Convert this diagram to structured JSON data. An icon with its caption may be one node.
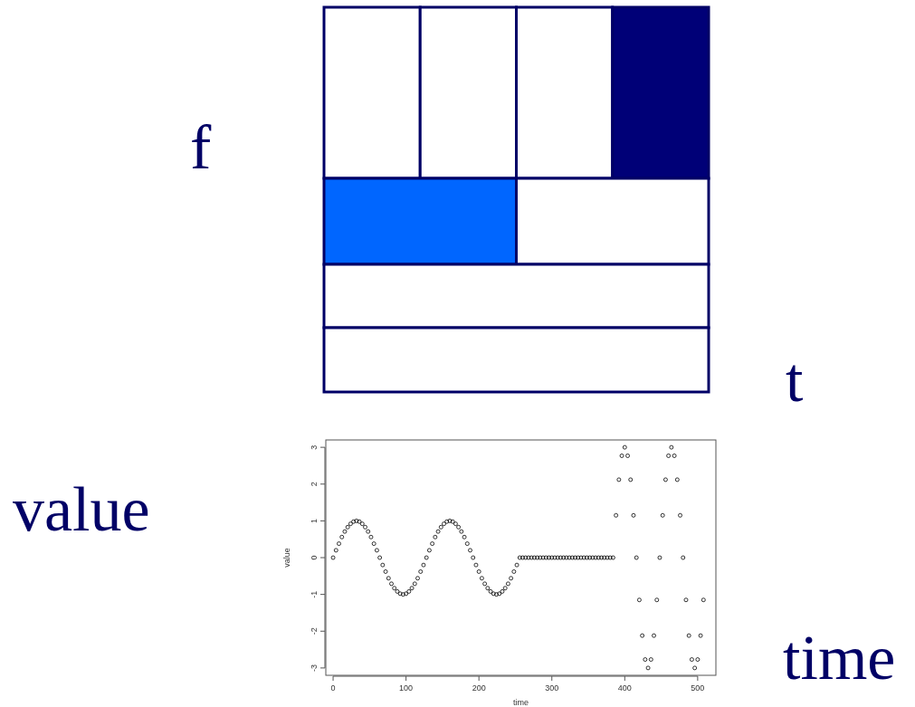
{
  "diagram": {
    "labels": [
      "f",
      "t",
      "value",
      "time"
    ],
    "chart_data": {
      "type": "scatter",
      "xlabel": "time",
      "ylabel": "value",
      "xlim": [
        -10,
        525
      ],
      "ylim": [
        -3.2,
        3.2
      ],
      "xticks": [
        0,
        100,
        200,
        300,
        400,
        500
      ],
      "yticks": [
        -3,
        -2,
        -1,
        0,
        1,
        2,
        3
      ],
      "x": [
        0,
        4,
        8,
        12,
        16,
        20,
        24,
        28,
        32,
        36,
        40,
        44,
        48,
        52,
        56,
        60,
        64,
        68,
        72,
        76,
        80,
        84,
        88,
        92,
        96,
        100,
        104,
        108,
        112,
        116,
        120,
        124,
        128,
        132,
        136,
        140,
        144,
        148,
        152,
        156,
        160,
        164,
        168,
        172,
        176,
        180,
        184,
        188,
        192,
        196,
        200,
        204,
        208,
        212,
        216,
        220,
        224,
        228,
        232,
        236,
        240,
        244,
        248,
        252,
        256,
        260,
        264,
        268,
        272,
        276,
        280,
        284,
        288,
        292,
        296,
        300,
        304,
        308,
        312,
        316,
        320,
        324,
        328,
        332,
        336,
        340,
        344,
        348,
        352,
        356,
        360,
        364,
        368,
        372,
        376,
        380,
        384,
        388,
        392,
        396,
        400,
        404,
        408,
        412,
        416,
        420,
        424,
        428,
        432,
        436,
        440,
        444,
        448,
        452,
        456,
        460,
        464,
        468,
        472,
        476,
        480,
        484,
        488,
        492,
        496,
        500,
        504,
        508
      ],
      "series": [
        {
          "color": "#000000",
          "values": [
            0,
            0.2,
            0.38,
            0.56,
            0.71,
            0.83,
            0.92,
            0.98,
            1,
            0.98,
            0.92,
            0.83,
            0.71,
            0.56,
            0.38,
            0.2,
            0,
            -0.2,
            -0.38,
            -0.56,
            -0.71,
            -0.83,
            -0.92,
            -0.98,
            -1,
            -0.98,
            -0.92,
            -0.83,
            -0.71,
            -0.56,
            -0.38,
            -0.2,
            0,
            0.2,
            0.38,
            0.56,
            0.71,
            0.83,
            0.92,
            0.98,
            1,
            0.98,
            0.92,
            0.83,
            0.71,
            0.56,
            0.38,
            0.2,
            0,
            -0.2,
            -0.38,
            -0.56,
            -0.71,
            -0.83,
            -0.92,
            -0.98,
            -1,
            -0.98,
            -0.92,
            -0.83,
            -0.71,
            -0.56,
            -0.38,
            -0.2,
            0,
            0,
            0,
            0,
            0,
            0,
            0,
            0,
            0,
            0,
            0,
            0,
            0,
            0,
            0,
            0,
            0,
            0,
            0,
            0,
            0,
            0,
            0,
            0,
            0,
            0,
            0,
            0,
            0,
            0,
            0,
            0,
            0,
            1.15,
            2.12,
            2.77,
            3,
            2.77,
            2.12,
            1.15,
            0,
            -1.15,
            -2.12,
            -2.77,
            -3,
            -2.77,
            -2.12,
            -1.15,
            0,
            1.15,
            2.12,
            2.77,
            3,
            2.77,
            2.12,
            1.15,
            0,
            -1.15,
            -2.12,
            -2.77,
            -3,
            -2.77,
            -2.12,
            -1.15
          ]
        }
      ]
    }
  }
}
